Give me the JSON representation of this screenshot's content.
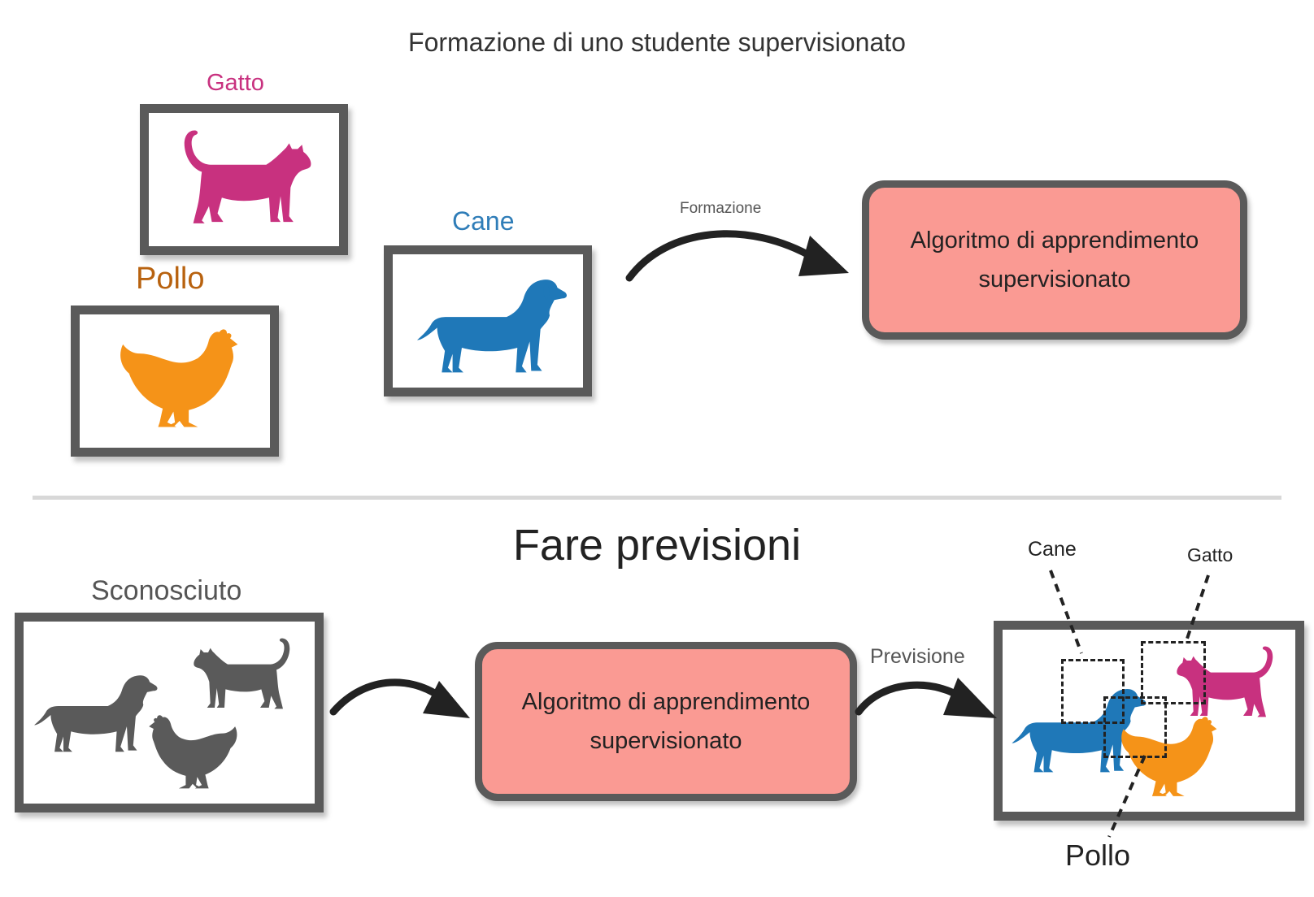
{
  "top": {
    "title": "Formazione di uno studente supervisionato",
    "labels": {
      "cat": "Gatto",
      "chicken": "Pollo",
      "dog": "Cane"
    },
    "arrow_label": "Formazione",
    "algorithm": {
      "line1": "Algoritmo di apprendimento",
      "line2": "supervisionato"
    }
  },
  "bottom": {
    "title": "Fare previsioni",
    "unknown_label": "Sconosciuto",
    "arrow_label": "Previsione",
    "algorithm": {
      "line1": "Algoritmo di apprendimento",
      "line2": "supervisionato"
    },
    "result_labels": {
      "dog": "Cane",
      "cat": "Gatto",
      "chicken": "Pollo"
    }
  },
  "colors": {
    "cat": "#c8317f",
    "dog": "#1f78b8",
    "chicken": "#f59318",
    "unknown": "#5a5a5a",
    "algorithm_fill": "#fa9a93",
    "frame": "#5a5a5a"
  },
  "icons": [
    "cat-silhouette-icon",
    "dog-silhouette-icon",
    "chicken-silhouette-icon",
    "curved-arrow-icon"
  ]
}
